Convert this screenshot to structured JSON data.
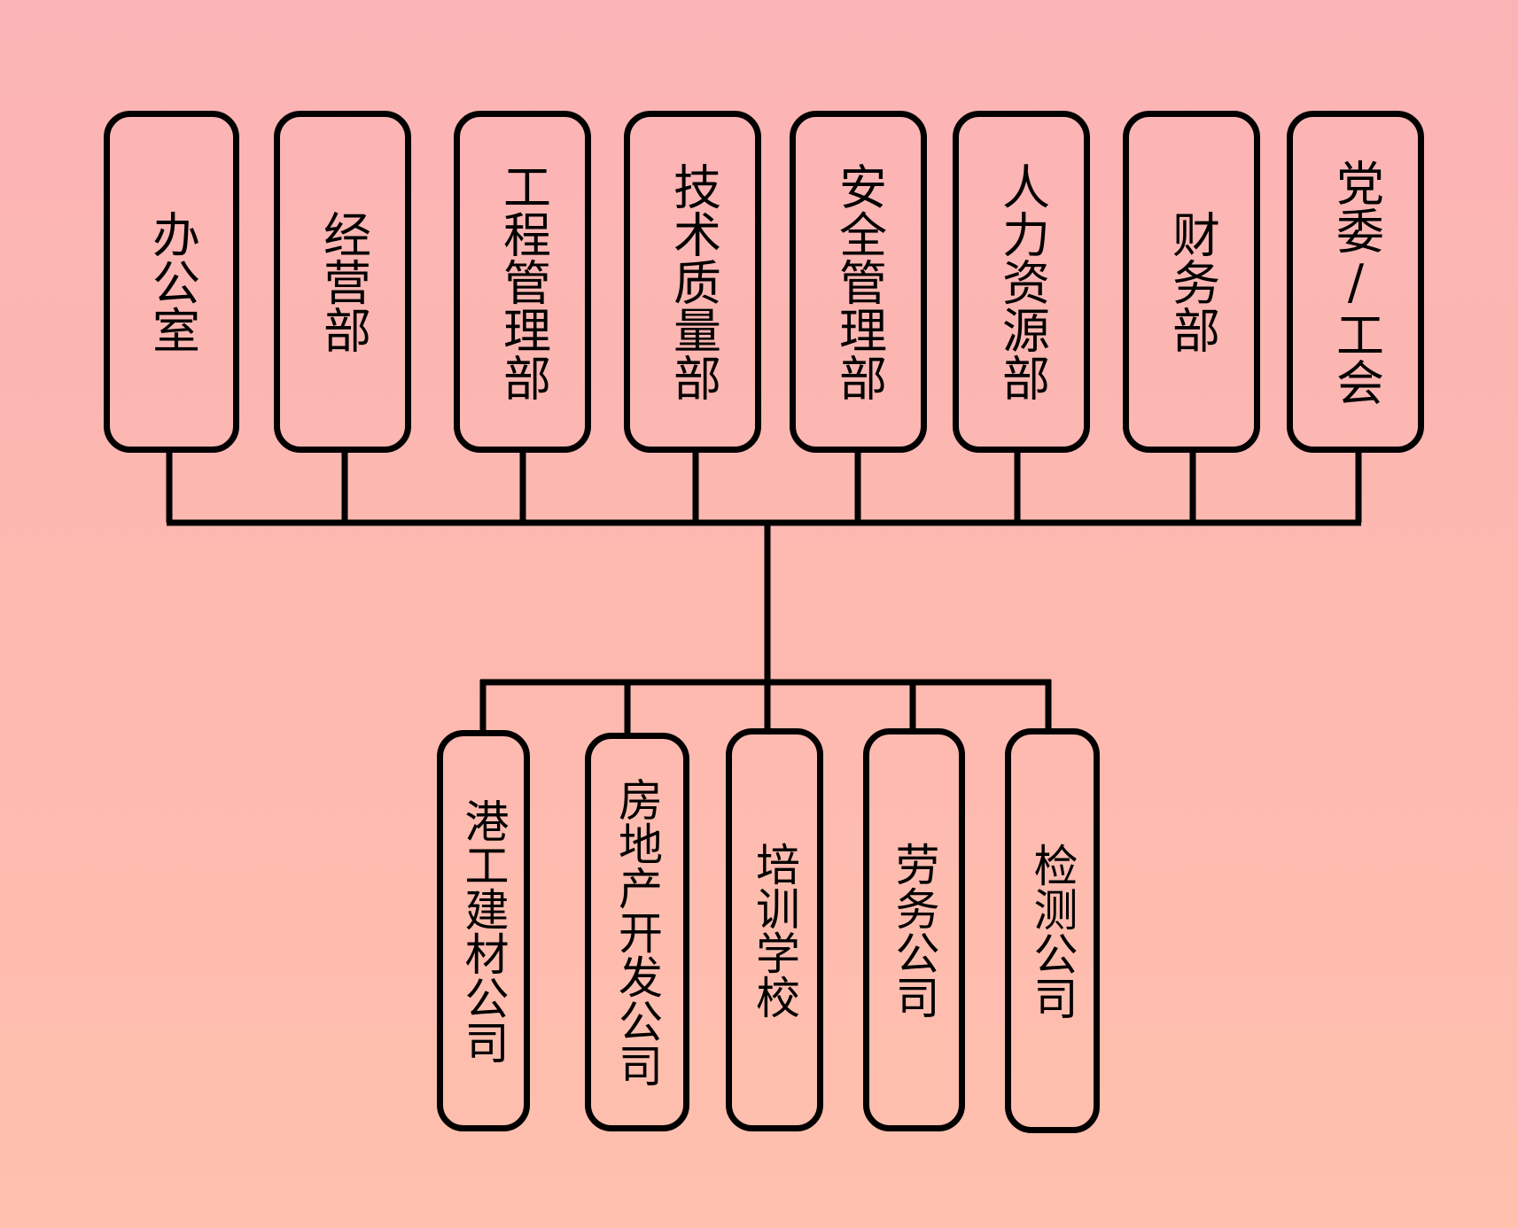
{
  "departments": [
    {
      "label": "办公室"
    },
    {
      "label": "经营部"
    },
    {
      "label": "工程管理部"
    },
    {
      "label": "技术质量部"
    },
    {
      "label": "安全管理部"
    },
    {
      "label": "人力资源部"
    },
    {
      "label": "财务部"
    },
    {
      "label": "党委/工会"
    }
  ],
  "subsidiaries": [
    {
      "label": "港工建材公司"
    },
    {
      "label": "房地产开发公司"
    },
    {
      "label": "培训学校"
    },
    {
      "label": "劳务公司"
    },
    {
      "label": "检测公司"
    }
  ],
  "colors": {
    "line": "#000000",
    "background_top": "#fbb4b5",
    "background_bottom": "#ffc0ad"
  }
}
